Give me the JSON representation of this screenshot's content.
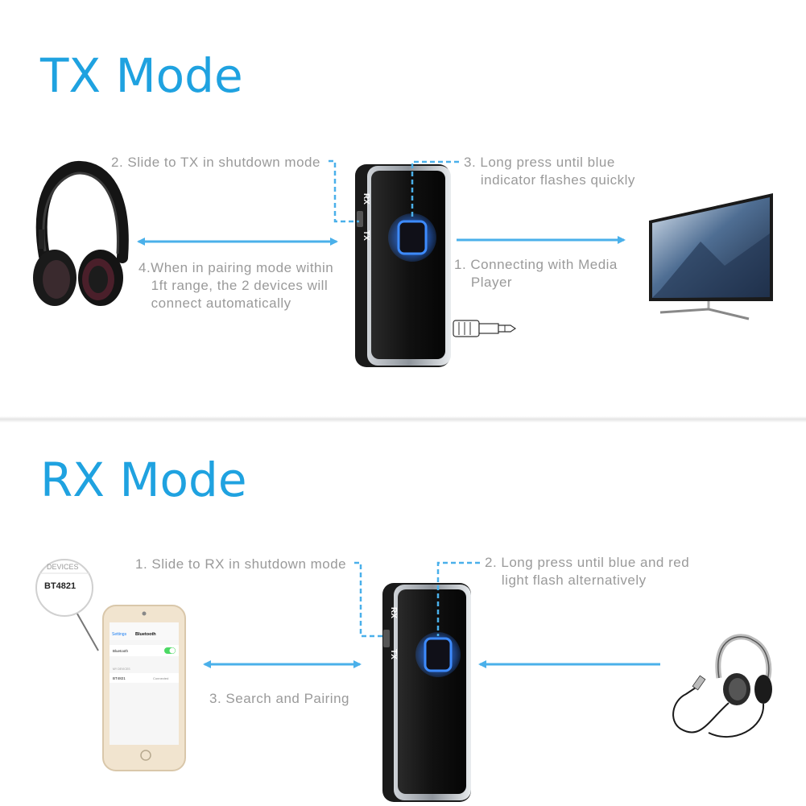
{
  "tx": {
    "title": "TX Mode",
    "step2": "2. Slide to TX in shutdown mode",
    "step3": "3. Long press until blue\n    indicator flashes quickly",
    "step4": "4.When in pairing mode within\n   1ft range, the 2 devices will\n   connect automatically",
    "step1": "1. Connecting with Media\n    Player"
  },
  "rx": {
    "title": "RX Mode",
    "step1": "1. Slide to RX in shutdown mode",
    "step2": "2. Long press until blue and red\n    light flash alternatively",
    "step3": "3. Search and Pairing"
  },
  "device": {
    "switch_rx": "RX",
    "switch_tx": "TX"
  },
  "phone": {
    "zoom_header": "DEVICES",
    "zoom_device": "BT4821",
    "back": "Settings",
    "title": "Bluetooth",
    "bluetooth_row": "Bluetooth",
    "devices_header": "MY DEVICES",
    "device_name": "BT4821",
    "device_status": "Connected"
  },
  "colors": {
    "accent": "#1fa2e0",
    "note_text": "#9a9a9a",
    "arrow": "#4ab0ea",
    "led": "#2e7bff"
  }
}
